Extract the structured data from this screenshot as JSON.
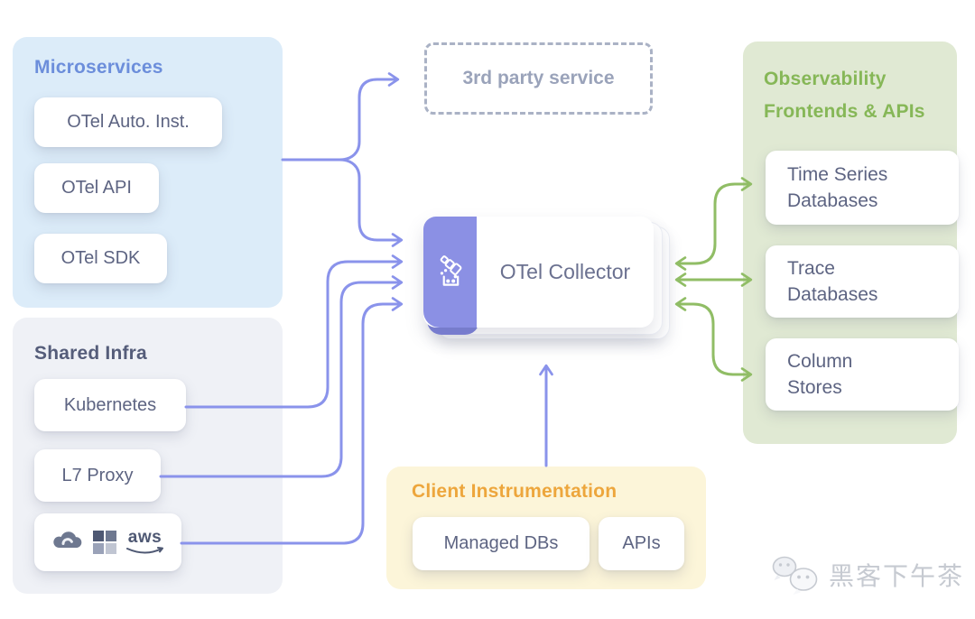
{
  "groups": {
    "microservices": {
      "title": "Microservices",
      "items": [
        "OTel Auto. Inst.",
        "OTel API",
        "OTel SDK"
      ]
    },
    "shared_infra": {
      "title": "Shared Infra",
      "items": [
        "Kubernetes",
        "L7 Proxy"
      ],
      "cloud_icons": [
        "google-cloud-icon",
        "azure-icon",
        "aws-logo"
      ],
      "aws_label": "aws"
    },
    "observability": {
      "title_line1": "Observability",
      "title_line2": "Frontends & APIs",
      "items": [
        {
          "line1": "Time Series",
          "line2": "Databases"
        },
        {
          "line1": "Trace",
          "line2": "Databases"
        },
        {
          "line1": "Column",
          "line2": "Stores"
        }
      ]
    },
    "client_instrumentation": {
      "title": "Client Instrumentation",
      "items": [
        "Managed DBs",
        "APIs"
      ]
    }
  },
  "nodes": {
    "third_party_service": {
      "label": "3rd party service"
    },
    "otel_collector": {
      "label": "OTel Collector",
      "icon": "otel-collector-telescope-icon"
    }
  },
  "watermark": {
    "text": "黑客下午茶",
    "icon": "wechat-icon"
  },
  "colors": {
    "arrow_purple": "#8A93EB",
    "arrow_green": "#90BD65",
    "microservices_bg": "#dcecf9",
    "microservices_title": "#6c8edb",
    "shared_infra_bg": "#eff1f6",
    "shared_infra_title": "#555d7a",
    "observability_bg": "#e0e9d3",
    "observability_title": "#86b757",
    "client_bg": "#fcf5d9",
    "client_title": "#eda63c",
    "card_text": "#5d6482",
    "collector_purple": "#8b90e4",
    "third_party_text": "#9aa3ba"
  }
}
